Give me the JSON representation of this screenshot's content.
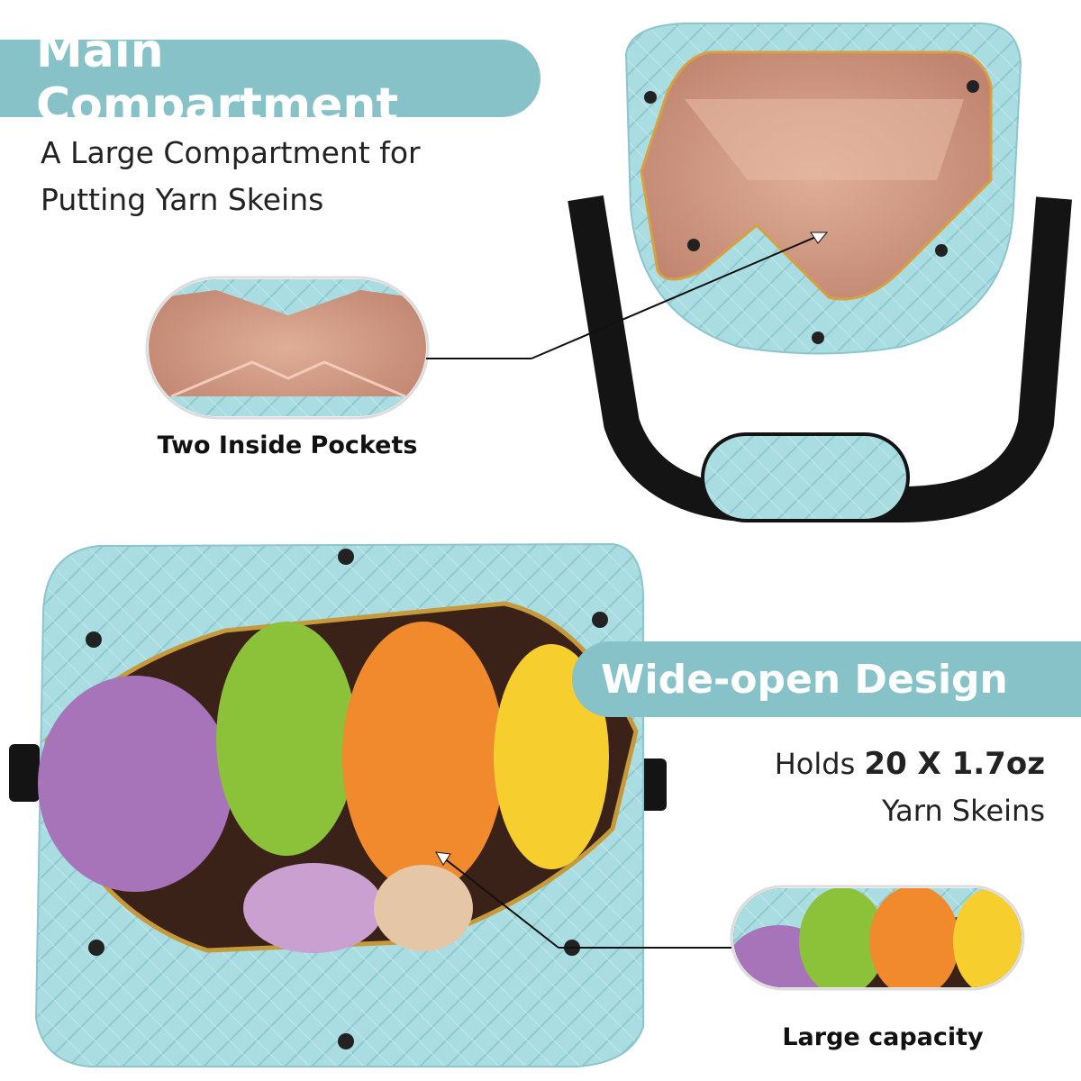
{
  "main_compartment": {
    "title": "Main Compartment",
    "line1": "A Large Compartment for",
    "line2": "Putting Yarn Skeins"
  },
  "inside_pockets": {
    "caption": "Two Inside Pockets"
  },
  "wide_open": {
    "title": "Wide-open Design",
    "holds_prefix": "Holds ",
    "holds_quantity": "20 X 1.7oz",
    "holds_suffix": "Yarn Skeins"
  },
  "capacity": {
    "caption": "Large capacity"
  },
  "colors": {
    "banner": "#86c2c7",
    "bag_fabric": "#a9dde2",
    "lining": "#d9a58f",
    "strap": "#141414",
    "yarn_purple": "#a774b9",
    "yarn_green": "#8cc13a",
    "yarn_orange": "#f08a2c",
    "yarn_yellow": "#f6cf2e",
    "yarn_lilac": "#c9a0cf",
    "yarn_beige": "#e5c6a6"
  }
}
